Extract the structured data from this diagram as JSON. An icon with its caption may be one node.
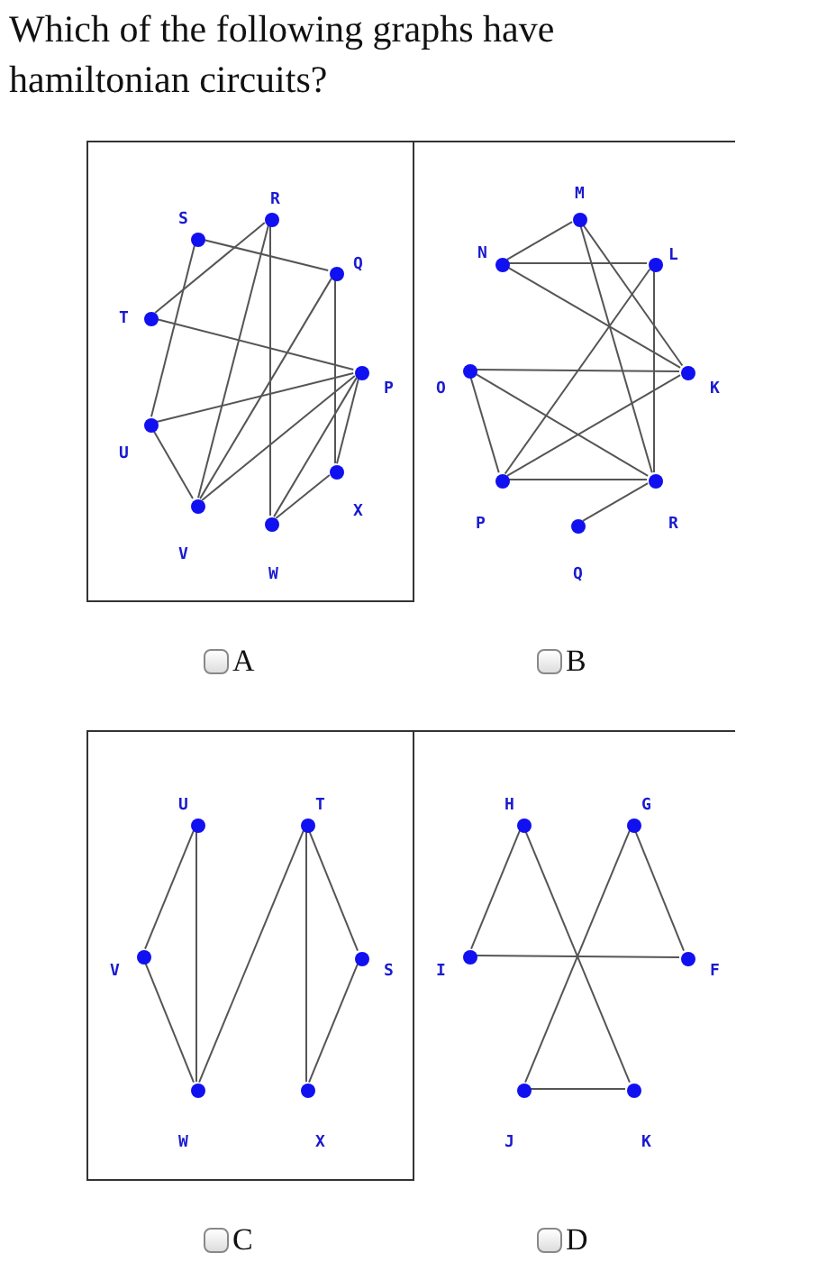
{
  "diagram": {
    "title": "Which of the following graphs have hamiltonian circuits?",
    "nodes": [
      {
        "text": [],
        "shape": "box"
      },
      {
        "text": [],
        "shape": "circle",
        "in": 0,
        "beside": [
          "R"
        ]
      },
      {
        "text": [],
        "shape": "circle",
        "in": 0,
        "beside": [
          "S"
        ]
      },
      {
        "text": [],
        "shape": "circle",
        "in": 0,
        "beside": [
          "Q"
        ]
      },
      {
        "text": [],
        "shape": "circle",
        "in": 0,
        "beside": [
          "T"
        ]
      },
      {
        "text": [],
        "shape": "circle",
        "in": 0,
        "beside": [
          "P"
        ]
      },
      {
        "text": [],
        "shape": "circle",
        "in": 0,
        "beside": [
          "U"
        ]
      },
      {
        "text": [],
        "shape": "circle",
        "in": 0,
        "beside": [
          "X"
        ]
      },
      {
        "text": [],
        "shape": "circle",
        "in": 0,
        "beside": [
          "V"
        ]
      },
      {
        "text": [],
        "shape": "circle",
        "in": 0,
        "beside": [
          "W"
        ]
      },
      {
        "text": [],
        "shape": "box"
      },
      {
        "text": [],
        "shape": "circle",
        "in": 10,
        "beside": [
          "M"
        ]
      },
      {
        "text": [],
        "shape": "circle",
        "in": 10,
        "beside": [
          "N"
        ]
      },
      {
        "text": [],
        "shape": "circle",
        "in": 10,
        "beside": [
          "L"
        ]
      },
      {
        "text": [],
        "shape": "circle",
        "in": 10,
        "beside": [
          "O"
        ]
      },
      {
        "text": [],
        "shape": "circle",
        "in": 10,
        "beside": [
          "K"
        ]
      },
      {
        "text": [],
        "shape": "circle",
        "in": 10,
        "beside": [
          "P"
        ]
      },
      {
        "text": [],
        "shape": "circle",
        "in": 10,
        "beside": [
          "R"
        ]
      },
      {
        "text": [],
        "shape": "circle",
        "in": 10,
        "beside": [
          "Q"
        ]
      },
      {
        "text": [],
        "shape": "box"
      },
      {
        "text": [],
        "shape": "circle",
        "in": 19,
        "beside": [
          "U"
        ]
      },
      {
        "text": [],
        "shape": "circle",
        "in": 19,
        "beside": [
          "T"
        ]
      },
      {
        "text": [],
        "shape": "circle",
        "in": 19,
        "beside": [
          "V"
        ]
      },
      {
        "text": [],
        "shape": "circle",
        "in": 19,
        "beside": [
          "S"
        ]
      },
      {
        "text": [],
        "shape": "circle",
        "in": 19,
        "beside": [
          "W"
        ]
      },
      {
        "text": [],
        "shape": "circle",
        "in": 19,
        "beside": [
          "X"
        ]
      },
      {
        "text": [],
        "shape": "box"
      },
      {
        "text": [],
        "shape": "circle",
        "in": 26,
        "beside": [
          "H"
        ]
      },
      {
        "text": [],
        "shape": "circle",
        "in": 26,
        "beside": [
          "G"
        ]
      },
      {
        "text": [],
        "shape": "circle",
        "in": 26,
        "beside": [
          "I"
        ]
      },
      {
        "text": [],
        "shape": "circle",
        "in": 26,
        "beside": [
          "F"
        ]
      },
      {
        "text": [],
        "shape": "circle",
        "in": 26,
        "beside": [
          "J"
        ]
      },
      {
        "text": [],
        "shape": "circle",
        "in": 26,
        "beside": [
          "K"
        ]
      }
    ],
    "edges": [
      {
        "from": 2,
        "to": 3,
        "arrow": "none"
      },
      {
        "from": 2,
        "to": 6,
        "arrow": "none"
      },
      {
        "from": 1,
        "to": 4,
        "arrow": "none"
      },
      {
        "from": 1,
        "to": 8,
        "arrow": "none"
      },
      {
        "from": 1,
        "to": 9,
        "arrow": "none"
      },
      {
        "from": 4,
        "to": 5,
        "arrow": "none"
      },
      {
        "from": 6,
        "to": 5,
        "arrow": "none"
      },
      {
        "from": 6,
        "to": 8,
        "arrow": "none"
      },
      {
        "from": 3,
        "to": 8,
        "arrow": "none"
      },
      {
        "from": 3,
        "to": 7,
        "arrow": "none"
      },
      {
        "from": 5,
        "to": 8,
        "arrow": "none"
      },
      {
        "from": 5,
        "to": 9,
        "arrow": "none"
      },
      {
        "from": 5,
        "to": 7,
        "arrow": "none"
      },
      {
        "from": 7,
        "to": 9,
        "arrow": "none"
      },
      {
        "from": 11,
        "to": 12,
        "arrow": "none"
      },
      {
        "from": 11,
        "to": 15,
        "arrow": "none"
      },
      {
        "from": 11,
        "to": 17,
        "arrow": "none"
      },
      {
        "from": 12,
        "to": 13,
        "arrow": "none"
      },
      {
        "from": 12,
        "to": 15,
        "arrow": "none"
      },
      {
        "from": 13,
        "to": 16,
        "arrow": "none"
      },
      {
        "from": 13,
        "to": 17,
        "arrow": "none"
      },
      {
        "from": 14,
        "to": 15,
        "arrow": "none"
      },
      {
        "from": 14,
        "to": 17,
        "arrow": "none"
      },
      {
        "from": 14,
        "to": 16,
        "arrow": "none"
      },
      {
        "from": 16,
        "to": 15,
        "arrow": "none"
      },
      {
        "from": 16,
        "to": 17,
        "arrow": "none"
      },
      {
        "from": 17,
        "to": 18,
        "arrow": "none"
      },
      {
        "from": 20,
        "to": 22,
        "arrow": "none"
      },
      {
        "from": 20,
        "to": 24,
        "arrow": "none"
      },
      {
        "from": 22,
        "to": 24,
        "arrow": "none"
      },
      {
        "from": 24,
        "to": 21,
        "arrow": "none"
      },
      {
        "from": 21,
        "to": 25,
        "arrow": "none"
      },
      {
        "from": 21,
        "to": 23,
        "arrow": "none"
      },
      {
        "from": 23,
        "to": 25,
        "arrow": "none"
      },
      {
        "from": 27,
        "to": 29,
        "arrow": "none"
      },
      {
        "from": 27,
        "to": 32,
        "arrow": "none"
      },
      {
        "from": 28,
        "to": 30,
        "arrow": "none"
      },
      {
        "from": 28,
        "to": 31,
        "arrow": "none"
      },
      {
        "from": 29,
        "to": 30,
        "arrow": "none"
      },
      {
        "from": 31,
        "to": 32,
        "arrow": "none"
      }
    ],
    "labels": [
      "A",
      "B",
      "C",
      "D"
    ]
  }
}
